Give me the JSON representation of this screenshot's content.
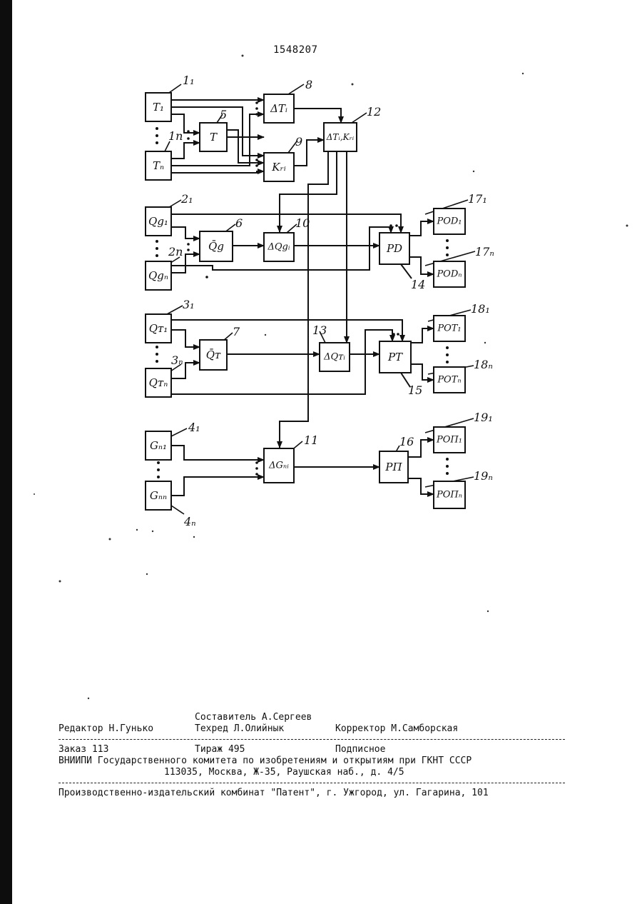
{
  "page_number": "1548207",
  "blocks": {
    "t1": "T₁",
    "tn": "Tₙ",
    "t": "T",
    "dt": "ΔTᵢ",
    "kr": "Kᵣᵢ",
    "dtk": "ΔTᵢ,Kᵣᵢ",
    "qg1": "Qg₁",
    "qgn": "Qgₙ",
    "qg_avg": "Q̄g",
    "dqg": "ΔQgᵢ",
    "pd": "PD",
    "pod1": "POD₁",
    "podn": "PODₙ",
    "qt1": "Qᴛ₁",
    "qtn": "Qᴛₙ",
    "qt_avg": "Q̄ᴛ",
    "dqt": "ΔQᴛᵢ",
    "pt": "PT",
    "pot1": "POT₁",
    "potn": "POTₙ",
    "gn1": "Gₙ₁",
    "gnn": "Gₙₙ",
    "dgn": "ΔGₙᵢ",
    "pp": "PП",
    "pop1": "POП₁",
    "popn": "POПₙ"
  },
  "labels": {
    "l1_1": "1₁",
    "l1_n": "1n",
    "l5": "5",
    "l8": "8",
    "l9": "9",
    "l12": "12",
    "l2_1": "2₁",
    "l2_n": "2n",
    "l6": "6",
    "l10": "10",
    "l14": "14",
    "l17_1": "17₁",
    "l17_n": "17ₙ",
    "l3_1": "3₁",
    "l3_n": "3ₙ",
    "l7": "7",
    "l13": "13",
    "l15": "15",
    "l18_1": "18₁",
    "l18_n": "18ₙ",
    "l4_1": "4₁",
    "l4_n": "4ₙ",
    "l11": "11",
    "l16": "16",
    "l19_1": "19₁",
    "l19_n": "19ₙ"
  },
  "imprint": {
    "compiler": "Составитель А.Сергеев",
    "editor": "Редактор Н.Гунько",
    "techred": "Техред Л.Олийнык",
    "corrector": "Корректор М.Самборская",
    "order": "Заказ 113",
    "circulation": "Тираж 495",
    "subscription": "Подписное",
    "institute": "ВНИИПИ Государственного комитета по изобретениям и открытиям при ГКНТ СССР",
    "address": "113035, Москва, Ж-35, Раушская наб., д. 4/5",
    "publisher": "Производственно-издательский комбинат \"Патент\", г. Ужгород, ул. Гагарина, 101"
  }
}
